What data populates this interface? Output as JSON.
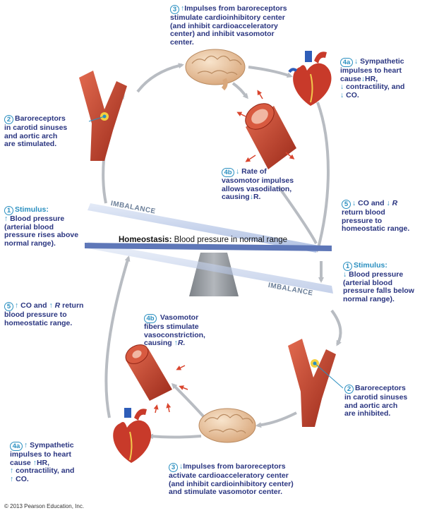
{
  "homeostasis": {
    "title": "Homeostasis:",
    "text": "Blood pressure in normal range"
  },
  "imbalance_top": "IMBALANCE",
  "imbalance_bottom": "IMBALANCE",
  "top": {
    "s3": {
      "num": "3",
      "l1": "Impulses from baroreceptors",
      "l2": "stimulate cardioinhibitory center",
      "l3": "(and inhibit cardioacceleratory",
      "l4": "center) and inhibit vasomotor",
      "l5": "center."
    },
    "s4a": {
      "num": "4a",
      "l1": "Sympathetic",
      "l2": "impulses to heart",
      "l3": "cause",
      "l3b": "HR,",
      "l4": "contractility, and",
      "l5": "CO."
    },
    "s2": {
      "num": "2",
      "l1": "Baroreceptors",
      "l2": "in carotid sinuses",
      "l3": "and aortic arch",
      "l4": "are stimulated."
    },
    "s4b": {
      "num": "4b",
      "l1": "Rate of",
      "l2": "vasomotor impulses",
      "l3": "allows vasodilation,",
      "l4": "causing",
      "l4b": "R."
    },
    "s5": {
      "num": "5",
      "l1a": "CO and",
      "l1b": "R",
      "l2": "return blood",
      "l3": "pressure to",
      "l4": "homeostatic range."
    },
    "s1": {
      "num": "1",
      "l1": "Stimulus:",
      "l2": "Blood pressure",
      "l3": "(arterial blood",
      "l4": "pressure rises above",
      "l5": "normal range)."
    }
  },
  "bottom": {
    "s1": {
      "num": "1",
      "l1": "Stimulus:",
      "l2": "Blood pressure",
      "l3": "(arterial blood",
      "l4": "pressure falls below",
      "l5": "normal range)."
    },
    "s5": {
      "num": "5",
      "l1a": "CO and",
      "l1b": "R",
      "l1c": "return",
      "l2": "blood pressure to",
      "l3": "homeostatic range."
    },
    "s4b": {
      "num": "4b",
      "l1": "Vasomotor",
      "l2": "fibers stimulate",
      "l3": "vasoconstriction,",
      "l4": "causing",
      "l4b": "R."
    },
    "s2": {
      "num": "2",
      "l1": "Baroreceptors",
      "l2": "in carotid sinuses",
      "l3": "and aortic arch",
      "l4": "are inhibited."
    },
    "s4a": {
      "num": "4a",
      "l1": "Sympathetic",
      "l2": "impulses to heart",
      "l3": "cause",
      "l3b": "HR,",
      "l4": "contractility, and",
      "l5": "CO."
    },
    "s3": {
      "num": "3",
      "l1": "Impulses from baroreceptors",
      "l2": "activate cardioacceleratory center",
      "l3": "(and inhibit cardioinhibitory center)",
      "l4": "and stimulate vasomotor center."
    }
  },
  "copyright": "© 2013 Pearson Education, Inc.",
  "colors": {
    "arrow": "#b8bcc2",
    "text": "#2a3580",
    "accent": "#2a8fc0",
    "vessel": "#c0392b"
  }
}
